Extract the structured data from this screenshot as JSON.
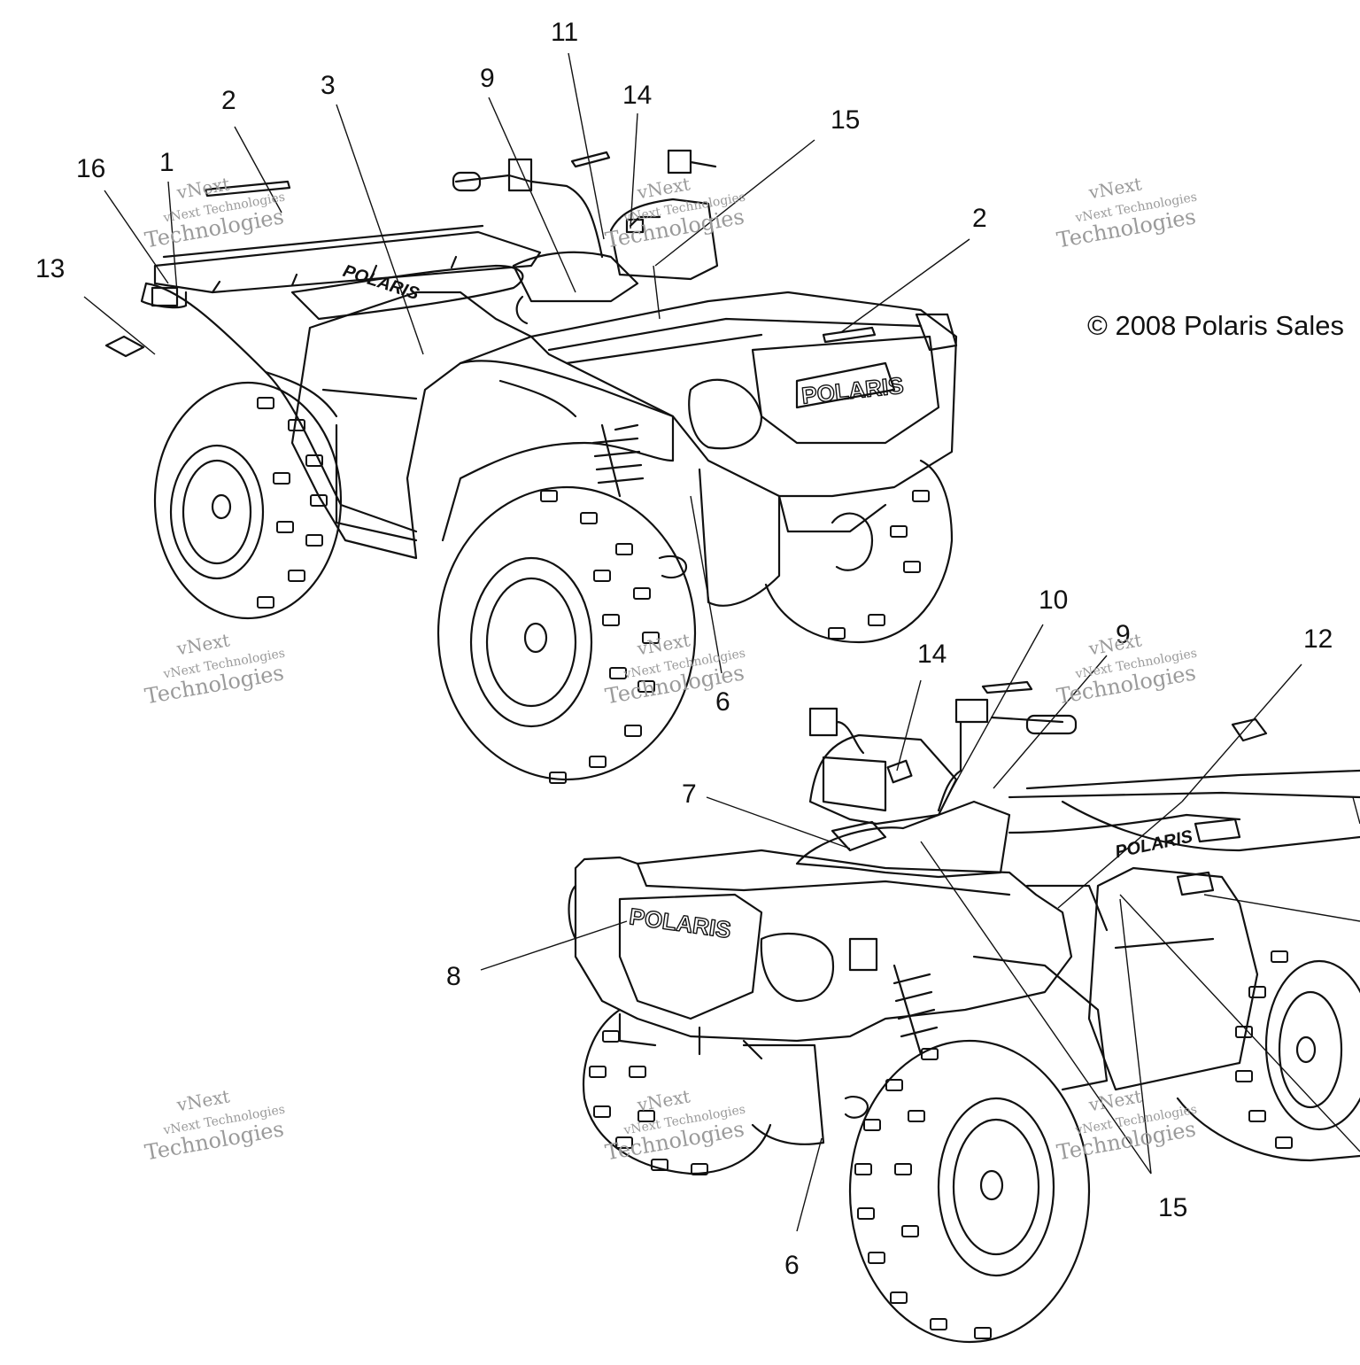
{
  "copyright_text": "© 2008 Polaris Sales",
  "brand_wordmark": "POLARIS",
  "watermark": {
    "line1": "vNext",
    "line2": "vNext Technologies",
    "line3": "Technologies"
  },
  "views": [
    {
      "name": "rear-left-view",
      "callouts": [
        "1",
        "2",
        "3",
        "9",
        "11",
        "14",
        "15",
        "16",
        "2",
        "13",
        "6"
      ]
    },
    {
      "name": "front-right-view",
      "callouts": [
        "10",
        "9",
        "12",
        "14",
        "7",
        "8",
        "15",
        "6"
      ]
    }
  ],
  "colors": {
    "line": "#111111",
    "watermark": "#9a9a9a",
    "background": "#ffffff"
  }
}
